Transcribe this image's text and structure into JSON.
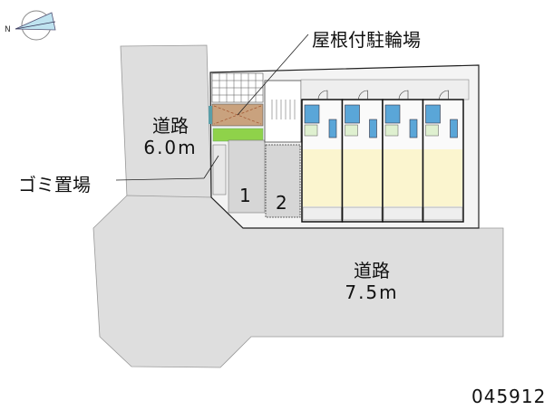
{
  "compass": {
    "north_label": "N",
    "icon": "compass-rose-icon"
  },
  "roads": [
    {
      "name": "道路",
      "width": "6.0m"
    },
    {
      "name": "道路",
      "width": "7.5m"
    }
  ],
  "callouts": {
    "bicycle_parking": "屋根付駐輪場",
    "garbage_area": "ゴミ置場"
  },
  "parking_bays": [
    "1",
    "2"
  ],
  "units_count_shown": 4,
  "property_code": "045912",
  "colors": {
    "road": "#dedede",
    "unit_floor": "#fbf5cf",
    "bicycle_roof": "#c9a27e",
    "greenery": "#8fd24a",
    "kitchen": "#5aa6d8"
  }
}
